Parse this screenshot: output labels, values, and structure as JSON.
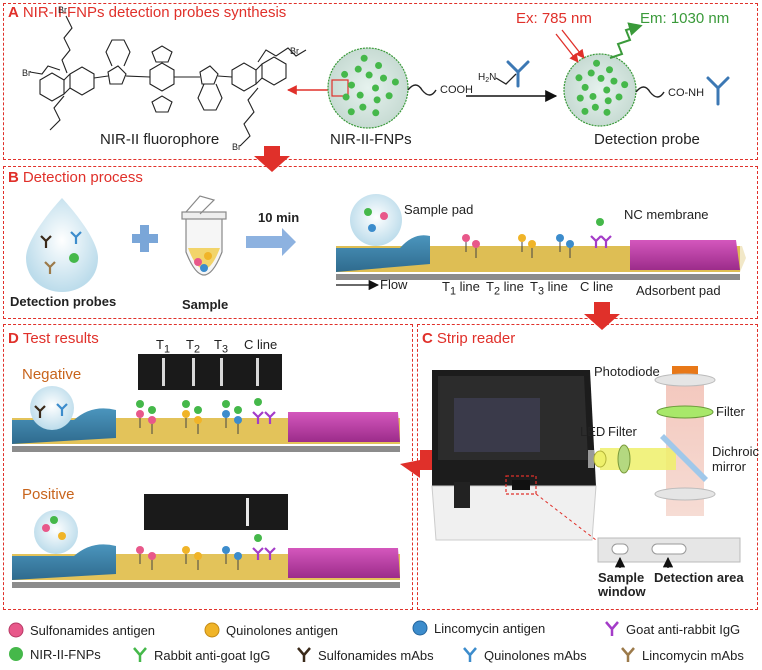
{
  "panel_a": {
    "letter": "A",
    "title": "NIR-II-FNPs detection probes synthesis",
    "fluorophore_label": "NIR-II fluorophore",
    "fnps_label": "NIR-II-FNPs",
    "probe_label": "Detection probe",
    "ex_label": "Ex: 785 nm",
    "em_label": "Em: 1030 nm",
    "cooh": "COOH",
    "h2n": "H",
    "h2n_sub": "2",
    "h2n_n": "N",
    "conh": "CO-NH",
    "br": "Br"
  },
  "panel_b": {
    "letter": "B",
    "title": "Detection process",
    "probes_label": "Detection probes",
    "sample_label": "Sample",
    "time_label": "10 min",
    "sample_pad": "Sample pad",
    "nc_membrane": "NC membrane",
    "flow": "Flow",
    "t1": "T",
    "t2": "T",
    "t3": "T",
    "t1_sub": "1",
    "t2_sub": "2",
    "t3_sub": "3",
    "line_word": " line",
    "c_line": "C line",
    "adsorbent_pad": "Adsorbent pad"
  },
  "panel_c": {
    "letter": "C",
    "title": "Strip reader",
    "photodiode": "Photodiode",
    "filter_top": "Filter",
    "led": "LED",
    "filter_left": "Filter",
    "dichroic": "Dichroic",
    "mirror": "mirror",
    "sample_window_1": "Sample",
    "sample_window_2": "window",
    "detection_area": "Detection area"
  },
  "panel_d": {
    "letter": "D",
    "title": "Test results",
    "negative": "Negative",
    "positive": "Positive",
    "strip_t1": "T",
    "strip_t2": "T",
    "strip_t3": "T",
    "strip_c": "C line",
    "t1_sub": "1",
    "t2_sub": "2",
    "t3_sub": "3"
  },
  "legend": {
    "sulfonamides_antigen": "Sulfonamides antigen",
    "quinolones_antigen": "Quinolones antigen",
    "lincomycin_antigen": "Lincomycin antigen",
    "goat_anti_rabbit": "Goat anti-rabbit IgG",
    "nir_fnps": "NIR-II-FNPs",
    "rabbit_anti_goat": "Rabbit anti-goat IgG",
    "sulfonamides_mabs": "Sulfonamides mAbs",
    "quinolones_mabs": "Quinolones mAbs",
    "lincomycin_mabs": "Lincomycin mAbs"
  },
  "colors": {
    "accent_red": "#e0302a",
    "pad_blue": "#3d7fa6",
    "membrane_yellow": "#e3c35a",
    "absorbent_magenta": "#c03aa8",
    "fnp_green": "#45b84a",
    "sulfonamide_pink": "#e8588a",
    "quinolone_yellow": "#f0b428",
    "lincomycin_blue": "#3c8ccc",
    "goat_purple": "#a43cc8",
    "negative_orange": "#c8641c"
  }
}
